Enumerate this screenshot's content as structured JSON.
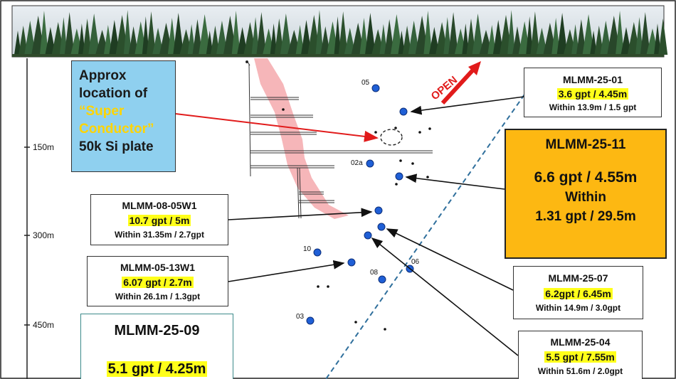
{
  "depth_axis": {
    "ticks": [
      {
        "label": "150m",
        "value": 150
      },
      {
        "label": "300m",
        "value": 300
      },
      {
        "label": "450m",
        "value": 450
      }
    ]
  },
  "open_label": "OPEN",
  "super_conductor": {
    "line1": "Approx",
    "line2": "location of",
    "line3": "“Super",
    "line4": "Conductor”",
    "line5": "50k Si plate"
  },
  "drillholes": [
    {
      "id": "05",
      "label": "05"
    },
    {
      "id": "02a",
      "label": "02a"
    },
    {
      "id": "10",
      "label": "10"
    },
    {
      "id": "08",
      "label": "08"
    },
    {
      "id": "06",
      "label": "06"
    },
    {
      "id": "03",
      "label": "03"
    }
  ],
  "callouts": {
    "mlmm_25_01": {
      "title": "MLMM-25-01",
      "grade": "3.6 gpt / 4.45m",
      "within": "Within 13.9m / 1.5 gpt"
    },
    "mlmm_25_11": {
      "title": "MLMM-25-11",
      "grade": "6.6 gpt / 4.55m",
      "within_label": "Within",
      "within": "1.31 gpt / 29.5m"
    },
    "mlmm_08_05w1": {
      "title": "MLMM-08-05W1",
      "grade": "10.7 gpt / 5m",
      "within": "Within 31.35m / 2.7gpt"
    },
    "mlmm_05_13w1": {
      "title": "MLMM-05-13W1",
      "grade": "6.07 gpt / 2.7m",
      "within": "Within 26.1m / 1.3gpt"
    },
    "mlmm_25_07": {
      "title": "MLMM-25-07",
      "grade": "6.2gpt / 6.45m",
      "within": "Within 14.9m / 3.0gpt"
    },
    "mlmm_25_04": {
      "title": "MLMM-25-04",
      "grade": "5.5 gpt / 7.55m",
      "within": "Within 51.6m / 2.0gpt"
    },
    "mlmm_25_09": {
      "title": "MLMM-25-09",
      "grade": "5.1 gpt / 4.25m"
    }
  },
  "colors": {
    "conductor_fill": "#8fd0ef",
    "highlight": "#ffff1a",
    "feature_box": "#fdb812",
    "drill_dot": "#1f5fd6",
    "zone_pink": "#f4a9ad",
    "arrow_red": "#e11b1b",
    "trend_line": "#2f6f9c"
  }
}
